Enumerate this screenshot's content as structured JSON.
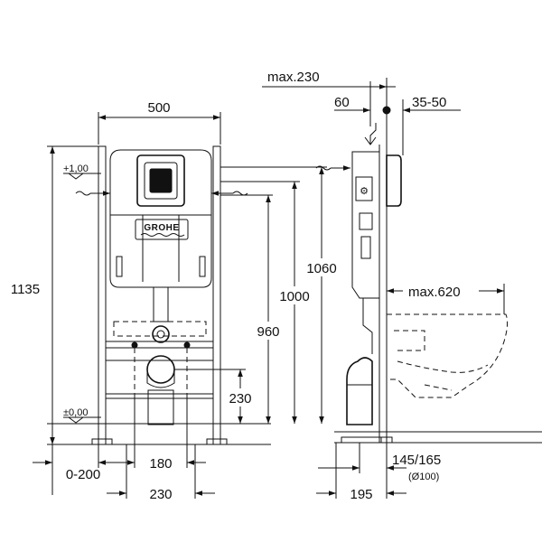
{
  "brand": {
    "logo_text": "GROHE"
  },
  "front_view": {
    "width_label": "500",
    "height_label": "1135",
    "level_top_label": "+1,00",
    "level_zero_label": "±0,00",
    "height_1060_label": "1060",
    "height_1000_label": "1000",
    "height_960_label": "960",
    "height_230_label": "230",
    "offset_label": "0-200",
    "spacing_180_label": "180",
    "spacing_230_label": "230"
  },
  "side_view": {
    "max_depth_label": "max.230",
    "offset_60_label": "60",
    "range_label": "35-50",
    "max_620_label": "max.620",
    "depth_195_label": "195",
    "pipe_label": "145/165",
    "pipe_diameter_label": "(Ø100)"
  },
  "colors": {
    "line": "#111111",
    "background": "#ffffff"
  }
}
